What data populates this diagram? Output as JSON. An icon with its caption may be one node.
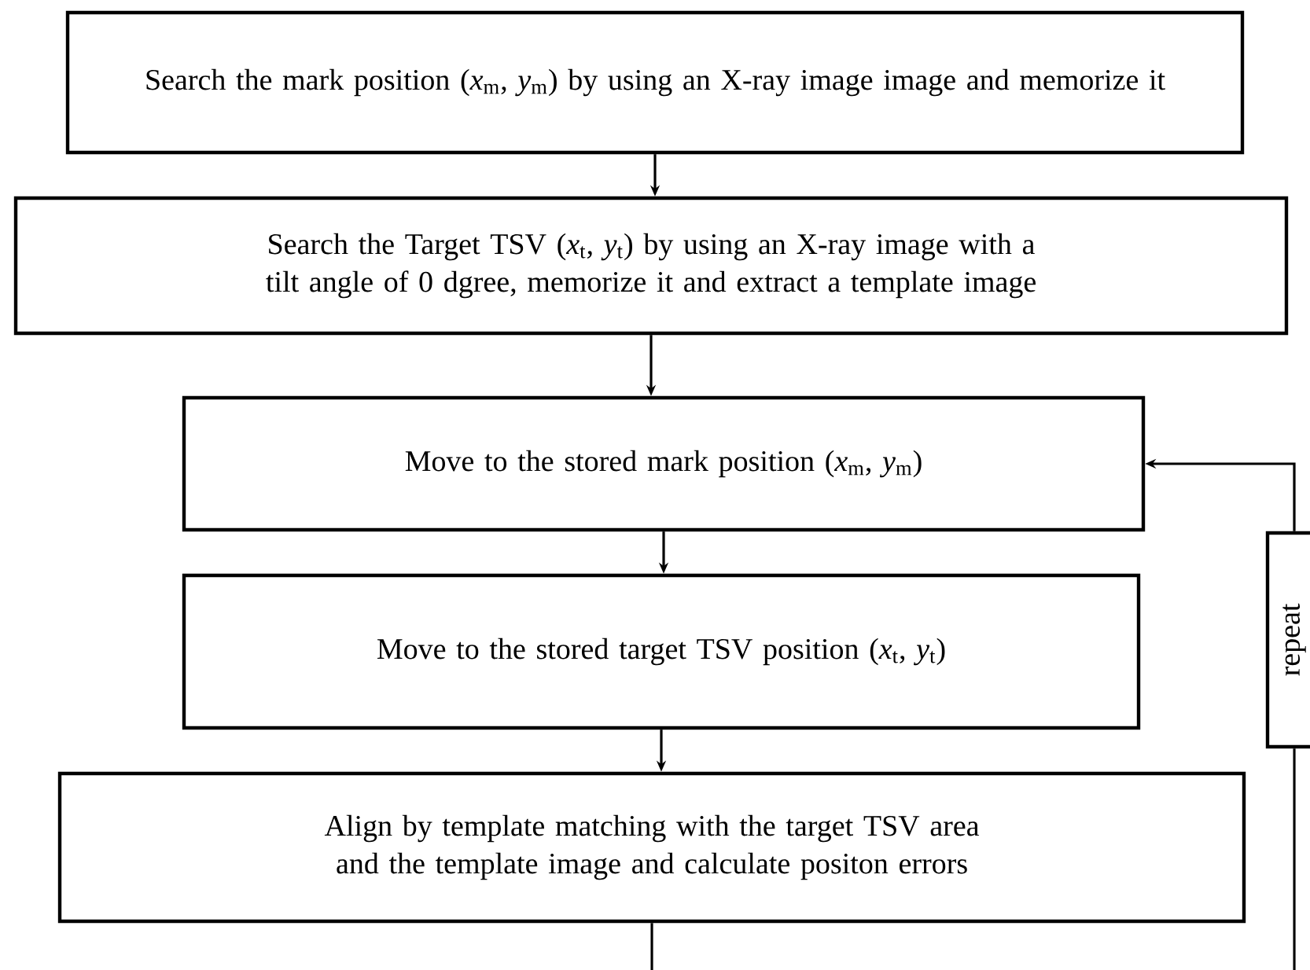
{
  "diagram": {
    "nodes": [
      {
        "text": [
          "Search the mark position (*x*$_{m}$, *y*$_{m}$) by using an X-ray image image and memorize it"
        ]
      },
      {
        "text": [
          "Search the Target TSV (*x*$_{t}$, *y*$_{t}$) by using an X-ray image with a tilt angle of 0 dgree, memorize it and extract a template image"
        ]
      },
      {
        "text": [
          "Move to the stored mark position (*x*$_{m}$, *y*$_{m}$)"
        ]
      },
      {
        "text": [
          "Move to the stored target TSV position (*x*$_{t}$, *y*$_{t}$)"
        ]
      },
      {
        "text": [
          "Align by template matching with the target TSV area and the template image and calculate positon errors"
        ]
      },
      {
        "text": [
          "repeat"
        ]
      }
    ],
    "edges": [
      {
        "from": 0,
        "to": 1,
        "arrow": "to"
      },
      {
        "from": 1,
        "to": 2,
        "arrow": "to"
      },
      {
        "from": 2,
        "to": 3,
        "arrow": "to"
      },
      {
        "from": 3,
        "to": 4,
        "arrow": "to"
      },
      {
        "from": 4,
        "to": null,
        "arrow": "none"
      },
      {
        "from": null,
        "to": 5,
        "arrow": "none"
      },
      {
        "from": 5,
        "to": 2,
        "arrow": "to"
      }
    ]
  }
}
